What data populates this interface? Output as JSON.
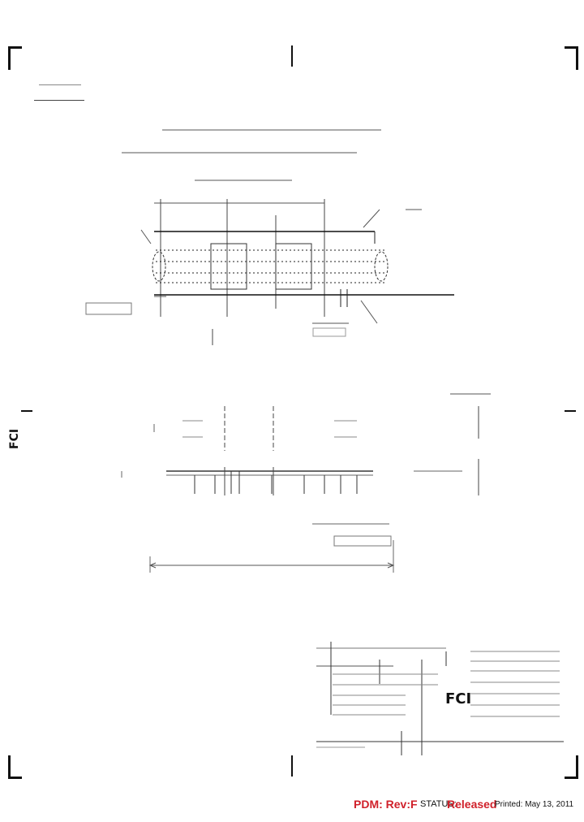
{
  "footer": {
    "pdm": "PDM: Rev:F",
    "status_label": "STATUS:",
    "status_value": "Released",
    "printed": "Printed: May 13, 2011"
  },
  "logo": {
    "text": "FCI"
  },
  "colors": {
    "footer_red": "#d0202a",
    "ink": "#111111"
  }
}
